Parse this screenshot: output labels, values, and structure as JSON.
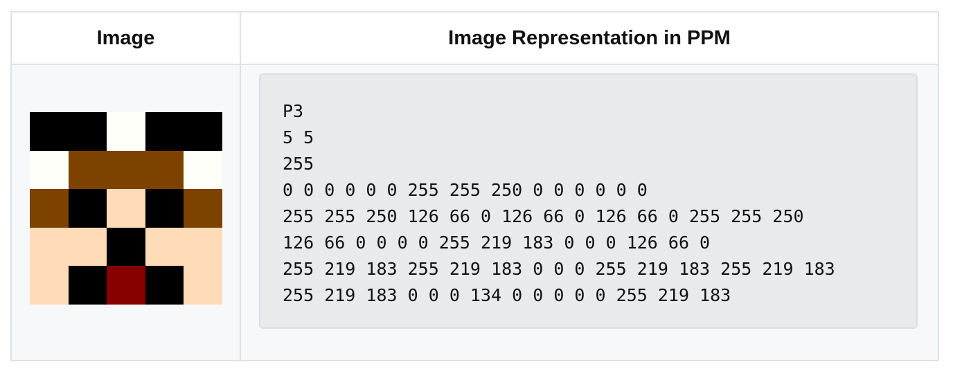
{
  "table": {
    "headers": [
      "Image",
      "Image Representation in PPM"
    ]
  },
  "pixel_image": {
    "width": 5,
    "height": 5,
    "pixels": [
      [
        "#000000",
        "#000000",
        "#fffffa",
        "#000000",
        "#000000"
      ],
      [
        "#fffffa",
        "#7e4200",
        "#7e4200",
        "#7e4200",
        "#fffffa"
      ],
      [
        "#7e4200",
        "#000000",
        "#ffdbb7",
        "#000000",
        "#7e4200"
      ],
      [
        "#ffdbb7",
        "#ffdbb7",
        "#000000",
        "#ffdbb7",
        "#ffdbb7"
      ],
      [
        "#ffdbb7",
        "#000000",
        "#860000",
        "#000000",
        "#ffdbb7"
      ]
    ]
  },
  "ppm": {
    "lines": [
      "P3",
      "5 5",
      "255",
      "0 0 0 0 0 0 255 255 250 0 0 0 0 0 0",
      "255 255 250 126 66 0 126 66 0 126 66 0 255 255 250",
      "126 66 0 0 0 0 255 219 183 0 0 0 126 66 0",
      "255 219 183 255 219 183 0 0 0 255 219 183 255 219 183",
      "255 219 183 0 0 0 134 0 0 0 0 0 255 219 183"
    ]
  }
}
